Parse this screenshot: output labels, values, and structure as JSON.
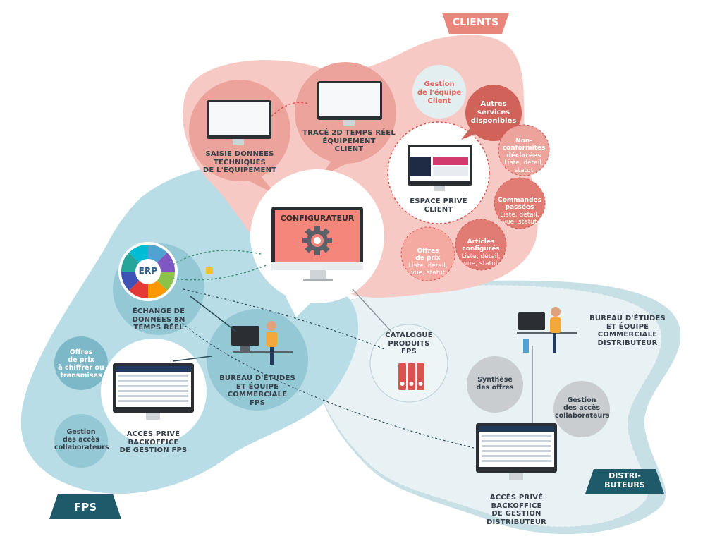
{
  "zones": {
    "clients": "CLIENTS",
    "fps": "FPS",
    "distributeurs": "DISTRI-\nBUTEURS"
  },
  "nodes": {
    "saisie": "SAISIE DONNÉES\nTECHNIQUES\nDE L'ÉQUIPEMENT",
    "trace": "TRACÉ 2D TEMPS RÉEL\nÉQUIPEMENT\nCLIENT",
    "espace_prive": "ESPACE PRIVÉ\nCLIENT",
    "configurateur": "CONFIGURATEUR",
    "erp": "ERP",
    "echange": "ÉCHANGE DE\nDONNÉES EN\nTEMPS RÉEL",
    "bureau_fps": "BUREAU D'ÉTUDES\nET ÉQUIPE\nCOMMERCIALE\nFPS",
    "catalogue": "CATALOGUE\nPRODUITS\nFPS",
    "acces_fps": "ACCÈS PRIVÉ\nBACKOFFICE\nDE GESTION FPS",
    "bureau_distri": "BUREAU D'ÉTUDES\nET ÉQUIPE\nCOMMERCIALE\nDISTRIBUTEUR",
    "acces_distri": "ACCÈS PRIVÉ\nBACKOFFICE\nDE GESTION\nDISTRIBUTEUR"
  },
  "bubbles": {
    "gestion_client": "Gestion\nde l'équipe\nClient",
    "autres_services": "Autres\nservices\ndisponibles",
    "non_conformites": {
      "title": "Non-\nconformités\ndéclarées",
      "sub": "Liste, détail,\nstatut"
    },
    "commandes": {
      "title": "Commandes\npassées",
      "sub": "Liste, détail,\nvue, statut"
    },
    "articles": {
      "title": "Articles\nconfigurés",
      "sub": "Liste, détail,\nvue, statut"
    },
    "offres_client": {
      "title": "Offres\nde prix",
      "sub": "Liste, détail,\nvue, statut"
    },
    "offres_fps": "Offres\nde prix\nà chiffrer ou\ntransmises",
    "gestion_fps": "Gestion\ndes accès\ncollaborateurs",
    "synthese": "Synthèse\ndes offres",
    "gestion_distri": "Gestion\ndes accès\ncollaborateurs"
  },
  "colors": {
    "clients_zone": "#f7c9c4",
    "fps_zone": "#b9dde6",
    "distri_zone": "#e8f1f3",
    "clients_tag": "#e8867c",
    "fps_tag": "#1f5a6b",
    "configurator_screen": "#f4867b",
    "accent_red": "#d9534f"
  }
}
